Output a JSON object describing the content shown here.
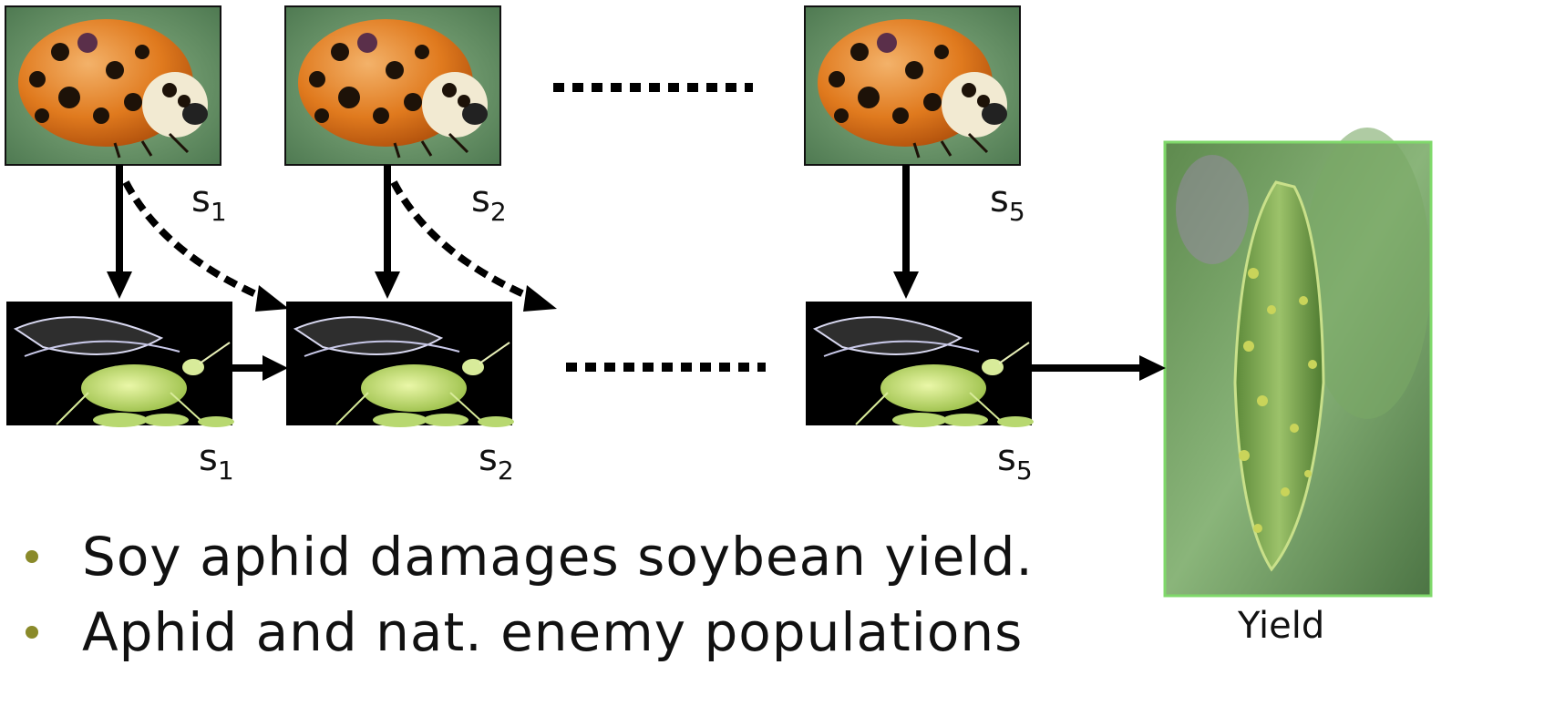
{
  "nodes": {
    "predators": [
      {
        "symbol": "s",
        "subscript": "1"
      },
      {
        "symbol": "s",
        "subscript": "2"
      },
      {
        "symbol": "s",
        "subscript": "5"
      }
    ],
    "aphids": [
      {
        "symbol": "s",
        "subscript": "1"
      },
      {
        "symbol": "s",
        "subscript": "2"
      },
      {
        "symbol": "s",
        "subscript": "5"
      }
    ],
    "yield_label": "Yield"
  },
  "bullets": [
    "Soy aphid damages soybean yield.",
    "Aphid and nat. enemy populations"
  ],
  "colors": {
    "bullet": "#8a8a2a",
    "arrow": "#000000",
    "ladybug_shell": "#e07a1e",
    "leaf_bg": "#6e9a6a",
    "aphid_body": "#c9e07a",
    "yield_border": "#7fd86a"
  },
  "icons": [
    "ladybug-image",
    "aphid-image",
    "soybean-pod-image"
  ]
}
